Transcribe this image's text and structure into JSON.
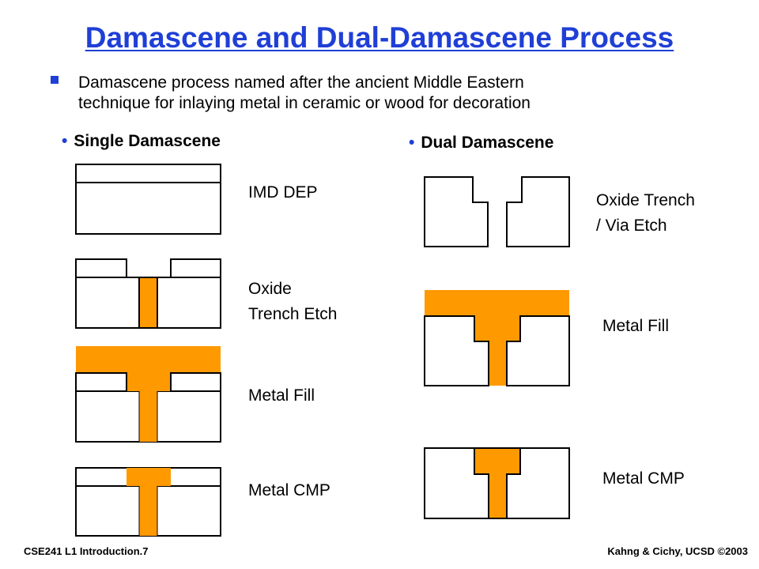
{
  "title": "Damascene and Dual-Damascene Process",
  "intro": "Damascene process named after the ancient Middle Eastern\ntechnique for inlaying metal in ceramic or wood for decoration",
  "single": {
    "heading": "Single Damascene",
    "steps": [
      "IMD DEP",
      "Oxide\nTrench Etch",
      "Metal Fill",
      "Metal CMP"
    ]
  },
  "dual": {
    "heading": "Dual Damascene",
    "steps": [
      "Oxide Trench\n/ Via Etch",
      "Metal Fill",
      "Metal CMP"
    ]
  },
  "footer": {
    "left": "CSE241  L1 Introduction.7",
    "right": "Kahng & Cichy, UCSD ©2003"
  },
  "colors": {
    "title": "#1f3fd6",
    "bullet": "#1f3fd6",
    "metal": "#ff9900",
    "outline": "#000000"
  }
}
